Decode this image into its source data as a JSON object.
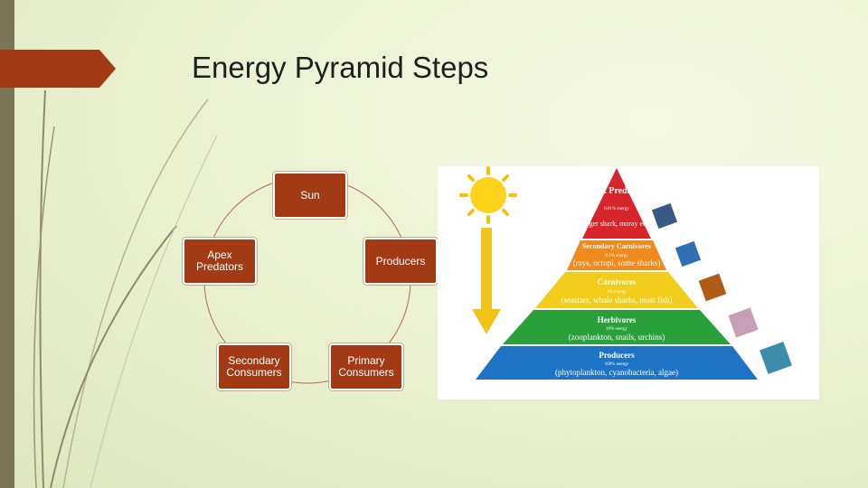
{
  "slide": {
    "title": "Energy Pyramid Steps"
  },
  "cycle": {
    "nodes": [
      {
        "id": "sun",
        "label": "Sun"
      },
      {
        "id": "producers",
        "label": "Producers"
      },
      {
        "id": "primary",
        "label": "Primary Consumers"
      },
      {
        "id": "secondary",
        "label": "Secondary Consumers"
      },
      {
        "id": "apex",
        "label": "Apex Predators"
      }
    ]
  },
  "pyramid": {
    "levels": [
      {
        "name": "Apex Predators",
        "energy": "0.01% energy",
        "examples": "(tiger shark, moray eel)",
        "color": "#d8252c"
      },
      {
        "name": "Secondary Carnivores",
        "energy": "0.1% energy",
        "examples": "(rays, octopi, some sharks)",
        "color": "#ef8a1c"
      },
      {
        "name": "Carnivores",
        "energy": "1% energy",
        "examples": "(seastars, whale sharks, most fish)",
        "color": "#f3cd1c"
      },
      {
        "name": "Herbivores",
        "energy": "10% energy",
        "examples": "(zooplankton, snails, urchins)",
        "color": "#2aa03a"
      },
      {
        "name": "Producers",
        "energy": "100% energy",
        "examples": "(phytoplankton, cyanobacteria, algae)",
        "color": "#1f73c4"
      }
    ],
    "icons": [
      "sun-icon",
      "energy-arrow-icon"
    ],
    "colors": {
      "sun": "#ffd21c",
      "arrow": "#f0c419"
    }
  },
  "theme": {
    "accent": "#a23a16",
    "sidebar": "#7c7459"
  }
}
